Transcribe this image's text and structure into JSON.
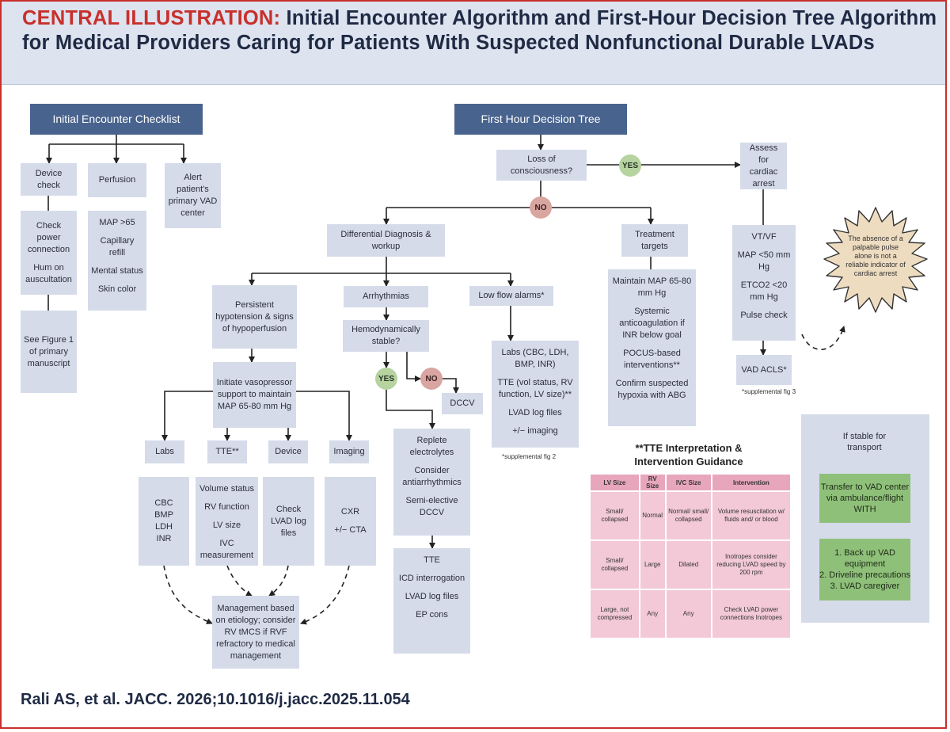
{
  "header": {
    "lead": "CENTRAL ILLUSTRATION:",
    "title_rest": " Initial Encounter Algorithm and First-Hour Decision Tree Algorithm for Medical Providers Caring for Patients With Suspected Nonfunctional Durable LVADs"
  },
  "colors": {
    "accent_red": "#c8302c",
    "navy_box": "#48638e",
    "light_box": "#d5dbe9",
    "yes_green": "#b6d3a0",
    "no_red": "#d9a5a0",
    "pink_table": "#f3c9d7",
    "green_box": "#8fc07a",
    "burst": "#eedcc0"
  },
  "initial": {
    "heading": "Initial Encounter Checklist",
    "device": {
      "title": "Device check",
      "l1": "Check power connection",
      "l2": "Hum on auscultation",
      "see": "See Figure 1 of primary manuscript"
    },
    "perfusion": {
      "title": "Perfusion",
      "l1": "MAP >65",
      "l2": "Capillary refill",
      "l3": "Mental status",
      "l4": "Skin color"
    },
    "alert": "Alert patient's primary VAD center"
  },
  "tree": {
    "heading": "First Hour Decision Tree",
    "loc": "Loss of consciousness?",
    "yes": "YES",
    "no": "NO",
    "assess": "Assess for cardiac arrest",
    "vt": {
      "l1": "VT/VF",
      "l2": "MAP <50 mm Hg",
      "l3": "ETCO2 <20 mm Hg",
      "l4": "Pulse check"
    },
    "acls": "VAD ACLS*",
    "note_fig3": "*supplemental fig 3",
    "burst": "The absence of a palpable pulse alone is not a reliable indicator of cardiac arrest",
    "treatment": {
      "title": "Treatment targets",
      "l1": "Maintain MAP 65-80 mm Hg",
      "l2": "Systemic anticoagulation if INR below goal",
      "l3": "POCUS-based interventions**",
      "l4": "Confirm suspected hypoxia with ABG"
    },
    "ddx": "Differential Diagnosis & workup",
    "persistent": "Persistent hypotension & signs of hypoperfusion",
    "initiate": "Initiate vasopressor support to maintain MAP 65-80 mm Hg",
    "labs": "Labs",
    "tte": "TTE**",
    "device": "Device",
    "imaging": "Imaging",
    "labs_detail": {
      "l1": "CBC",
      "l2": "BMP",
      "l3": "LDH",
      "l4": "INR"
    },
    "tte_detail": {
      "l1": "Volume status",
      "l2": "RV function",
      "l3": "LV size",
      "l4": "IVC measurement"
    },
    "device_detail": "Check LVAD log files",
    "imaging_detail": {
      "l1": "CXR",
      "l2": "+/− CTA"
    },
    "management": "Management based on etiology; consider RV tMCS if RVF refractory to medical management",
    "arrhythmias": "Arrhythmias",
    "hemo": "Hemodynamically stable?",
    "dccv": "DCCV",
    "replete": {
      "l1": "Replete electrolytes",
      "l2": "Consider antiarrhythmics",
      "l3": "Semi-elective DCCV"
    },
    "eval": {
      "l1": "TTE",
      "l2": "ICD interrogation",
      "l3": "LVAD log files",
      "l4": "EP cons"
    },
    "lowflow": "Low flow alarms*",
    "lowflow_detail": {
      "l1": "Labs (CBC, LDH, BMP, INR)",
      "l2": "TTE (vol status, RV function, LV size)**",
      "l3": "LVAD log files",
      "l4": "+/− imaging"
    },
    "note_fig2": "*supplemental fig 2"
  },
  "tte_table": {
    "title": "**TTE Interpretation & Intervention Guidance",
    "headers": [
      "LV Size",
      "RV Size",
      "IVC Size",
      "Intervention"
    ],
    "rows": [
      [
        "Small/ collapsed",
        "Normal",
        "Normal/ small/ collapsed",
        "Volume resuscitation w/ fluids and/ or blood"
      ],
      [
        "Small/ collapsed",
        "Large",
        "Dilated",
        "Inotropes consider reducing LVAD speed by 200 rpm"
      ],
      [
        "Large, not compressed",
        "Any",
        "Any",
        "Check LVAD power connections Inotropes"
      ]
    ]
  },
  "transport": {
    "title": "If stable for transport",
    "transfer": "Transfer to VAD center via ambulance/flight WITH",
    "items": {
      "l1": "1. Back up VAD equipment",
      "l2": "2. Driveline precautions",
      "l3": "3. LVAD caregiver"
    }
  },
  "citation": "Rali AS, et al. JACC. 2026;10.1016/j.jacc.2025.11.054"
}
